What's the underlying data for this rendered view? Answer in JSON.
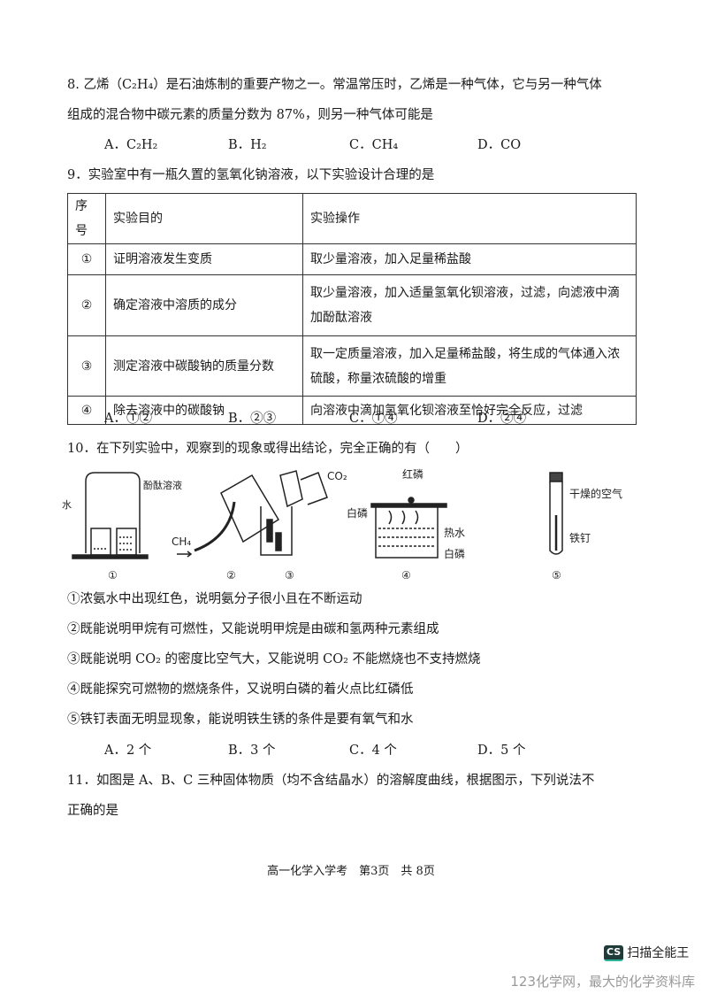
{
  "q8": {
    "line1": "8. 乙烯（C₂H₄）是石油炼制的重要产物之一。常温常压时，乙烯是一种气体，它与另一种气体",
    "line2": "组成的混合物中碳元素的质量分数为 87%，则另一种气体可能是",
    "options": [
      "A．C₂H₂",
      "B．H₂",
      "C．CH₄",
      "D．CO"
    ]
  },
  "q9": {
    "stem": "9．实验室中有一瓶久置的氢氧化钠溶液，以下实验设计合理的是",
    "headers": [
      "序号",
      "实验目的",
      "实验操作"
    ],
    "rows": [
      {
        "no": "①",
        "goal": "证明溶液发生变质",
        "op": "取少量溶液，加入足量稀盐酸"
      },
      {
        "no": "②",
        "goal": "确定溶液中溶质的成分",
        "op": "取少量溶液，加入适量氢氧化钡溶液，过滤，向滤液中滴加酚酞溶液"
      },
      {
        "no": "③",
        "goal": "测定溶液中碳酸钠的质量分数",
        "op": "取一定质量溶液，加入足量稀盐酸，将生成的气体通入浓硫酸，称量浓硫酸的增重"
      },
      {
        "no": "④",
        "goal": "除去溶液中的碳酸钠",
        "op": "向溶液中滴加氢氧化钡溶液至恰好完全反应，过滤"
      }
    ],
    "options": [
      "A．①②",
      "B．②③",
      "C．①④",
      "D．②④"
    ]
  },
  "q10": {
    "stem": "10．在下列实验中，观察到的现象或得出结论，完全正确的有（　　）",
    "fig_labels": {
      "nh3": "浓氨水",
      "phen": "酚酞溶液",
      "ch4": "CH₄",
      "co2": "CO₂",
      "red_p": "红磷",
      "white_p": "白磷",
      "hot_water": "热水",
      "white_p2": "白磷",
      "dry_air": "干燥的空气",
      "nail": "铁钉",
      "nums": [
        "①",
        "②",
        "③",
        "④",
        "⑤"
      ]
    },
    "statements": [
      "①浓氨水中出现红色，说明氨分子很小且在不断运动",
      "②既能说明甲烷有可燃性，又能说明甲烷是由碳和氢两种元素组成",
      "③既能说明 CO₂ 的密度比空气大，又能说明 CO₂ 不能燃烧也不支持燃烧",
      "④既能探究可燃物的燃烧条件，又说明白磷的着火点比红磷低",
      "⑤铁钉表面无明显现象，能说明铁生锈的条件是要有氧气和水"
    ],
    "options": [
      "A．2 个",
      "B．3 个",
      "C．4 个",
      "D．5 个"
    ]
  },
  "q11": {
    "line1": "11．如图是 A、B、C 三种固体物质（均不含结晶水）的溶解度曲线，根据图示，下列说法不",
    "line2": "正确的是"
  },
  "footer": "高一化学入学考　第3页　共 8页",
  "scanner": {
    "badge": "CS",
    "name": "扫描全能王"
  },
  "watermark": "123化学网，最大的化学资料库"
}
